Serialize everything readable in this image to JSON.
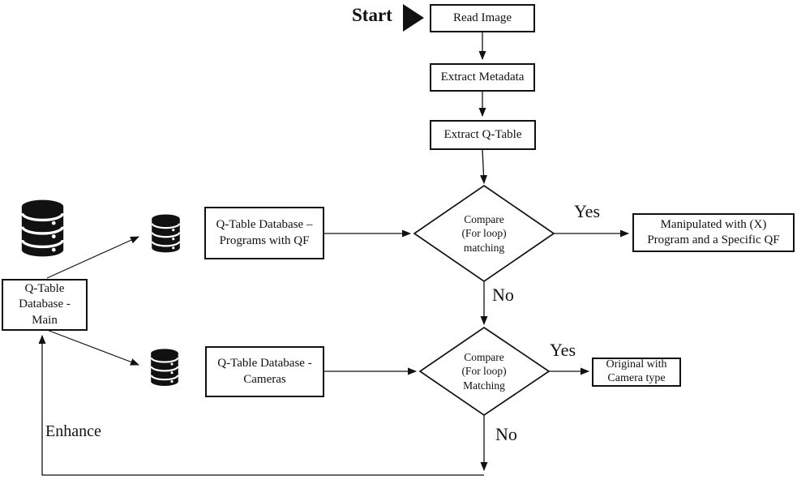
{
  "colors": {
    "ink": "#111111",
    "background": "#ffffff"
  },
  "labels": {
    "start": "Start",
    "yes_top": "Yes",
    "no_top": "No",
    "yes_bottom": "Yes",
    "no_bottom": "No",
    "enhance": "Enhance"
  },
  "nodes": {
    "read_image": {
      "label": "Read Image"
    },
    "extract_metadata": {
      "label": "Extract Metadata"
    },
    "extract_qtable": {
      "label": "Extract Q-Table"
    },
    "decision_programs": {
      "label": "Compare\n(For loop)\nmatching"
    },
    "decision_cameras": {
      "label": "Compare\n(For loop)\nMatching"
    },
    "manipulated": {
      "label": "Manipulated with (X)\nProgram and a Specific QF"
    },
    "original": {
      "label": "Original with\nCamera type"
    },
    "db_main": {
      "label": "Q-Table\nDatabase -\nMain"
    },
    "db_programs": {
      "label": "Q-Table Database –\nPrograms with QF"
    },
    "db_cameras": {
      "label": "Q-Table Database -\nCameras"
    }
  },
  "icons": {
    "start_marker": "play-triangle-icon",
    "main_database": "database-cylinder-icon",
    "programs_database": "database-cylinder-icon",
    "cameras_database": "database-cylinder-icon"
  },
  "edges": [
    {
      "from": "start",
      "to": "read_image",
      "label": ""
    },
    {
      "from": "read_image",
      "to": "extract_metadata",
      "label": ""
    },
    {
      "from": "extract_metadata",
      "to": "extract_qtable",
      "label": ""
    },
    {
      "from": "extract_qtable",
      "to": "decision_programs",
      "label": ""
    },
    {
      "from": "decision_programs",
      "to": "manipulated",
      "label": "Yes"
    },
    {
      "from": "decision_programs",
      "to": "decision_cameras",
      "label": "No"
    },
    {
      "from": "decision_cameras",
      "to": "original",
      "label": "Yes"
    },
    {
      "from": "decision_cameras",
      "to": "db_main",
      "label": "No / Enhance"
    },
    {
      "from": "db_programs",
      "to": "decision_programs",
      "label": ""
    },
    {
      "from": "db_cameras",
      "to": "decision_cameras",
      "label": ""
    },
    {
      "from": "db_main",
      "to": "db_programs",
      "label": ""
    },
    {
      "from": "db_main",
      "to": "db_cameras",
      "label": ""
    }
  ]
}
